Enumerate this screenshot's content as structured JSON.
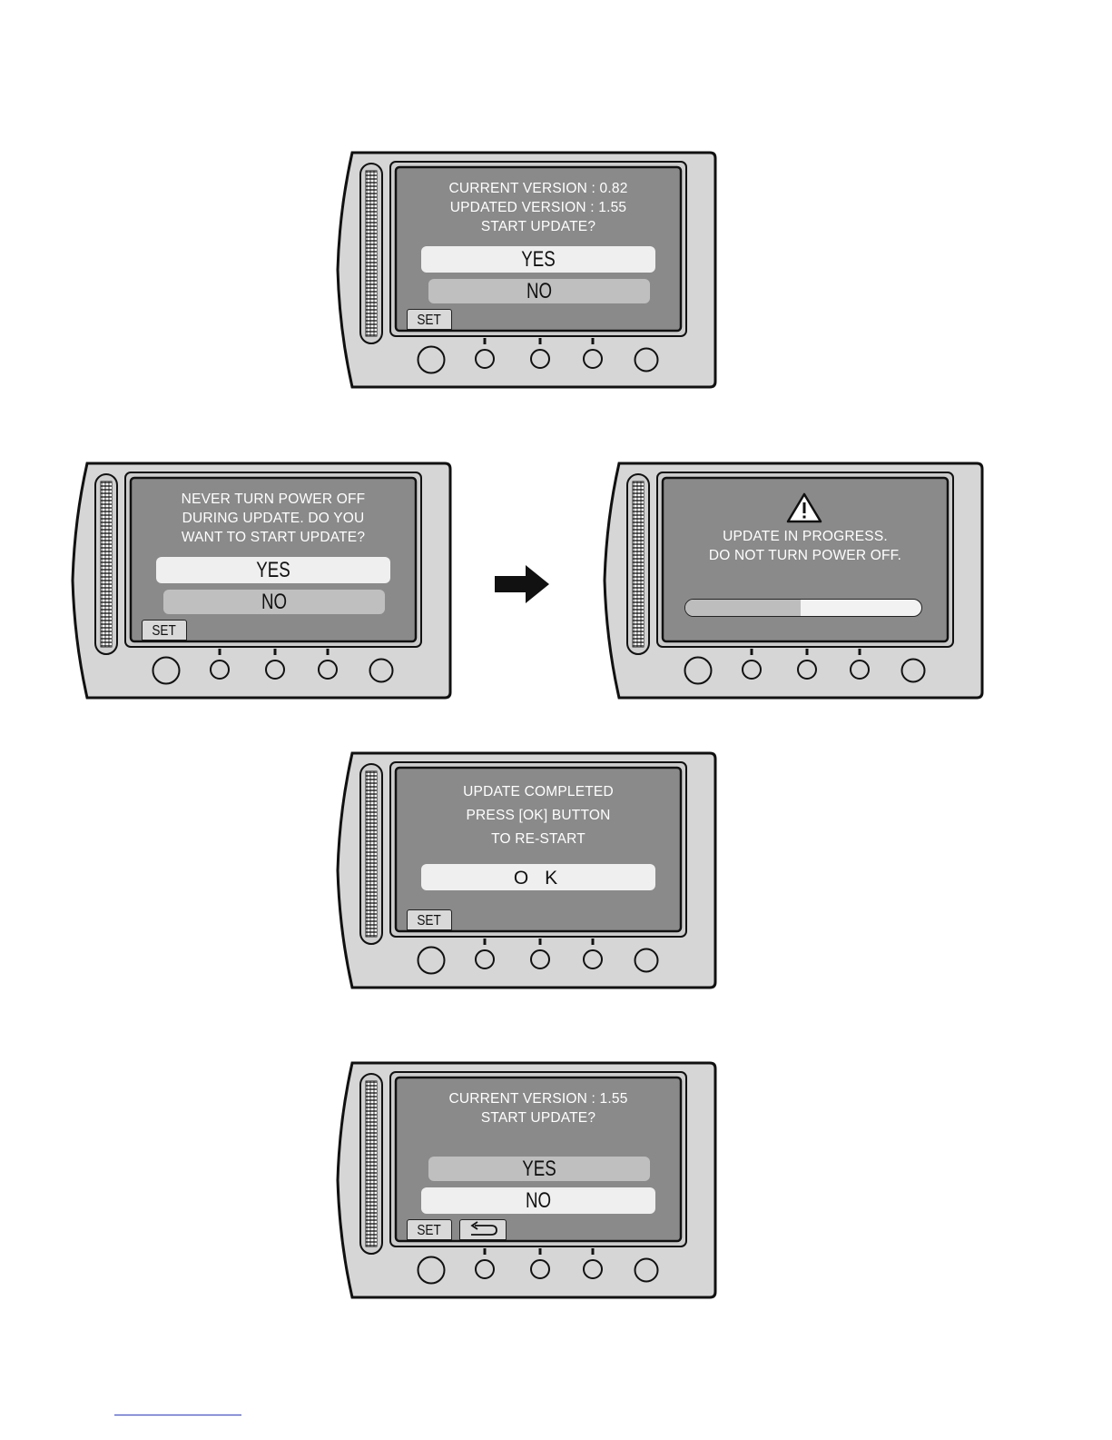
{
  "panels": {
    "p1": {
      "line1": "CURRENT VERSION : 0.82",
      "line2": "UPDATED VERSION : 1.55",
      "line3": "START UPDATE?",
      "option_yes": "YES",
      "option_no": "NO",
      "selected": "YES",
      "set_label": "SET"
    },
    "p2": {
      "line1": "NEVER TURN POWER OFF",
      "line2": "DURING UPDATE. DO YOU",
      "line3": "WANT TO START UPDATE?",
      "option_yes": "YES",
      "option_no": "NO",
      "selected": "YES",
      "set_label": "SET"
    },
    "p3": {
      "line1": "UPDATE IN PROGRESS.",
      "line2": "DO NOT TURN POWER OFF.",
      "icon": "warning-triangle-icon",
      "progress_percent": 49
    },
    "p4": {
      "line1": "UPDATE COMPLETED",
      "line2": "PRESS [OK] BUTTON",
      "line3": "TO RE-START",
      "option_ok": "O K",
      "set_label": "SET"
    },
    "p5": {
      "line1": "CURRENT VERSION : 1.55",
      "line2": "START UPDATE?",
      "option_yes": "YES",
      "option_no": "NO",
      "selected": "NO",
      "set_label": "SET",
      "back_icon": "return-arrow-icon"
    }
  },
  "arrow_icon": "right-arrow-icon",
  "colors": {
    "screen": "#8a8a8a",
    "body": "#d4d4d4",
    "selected_option": "#efefef",
    "unselected_option": "#bfbfbf"
  }
}
